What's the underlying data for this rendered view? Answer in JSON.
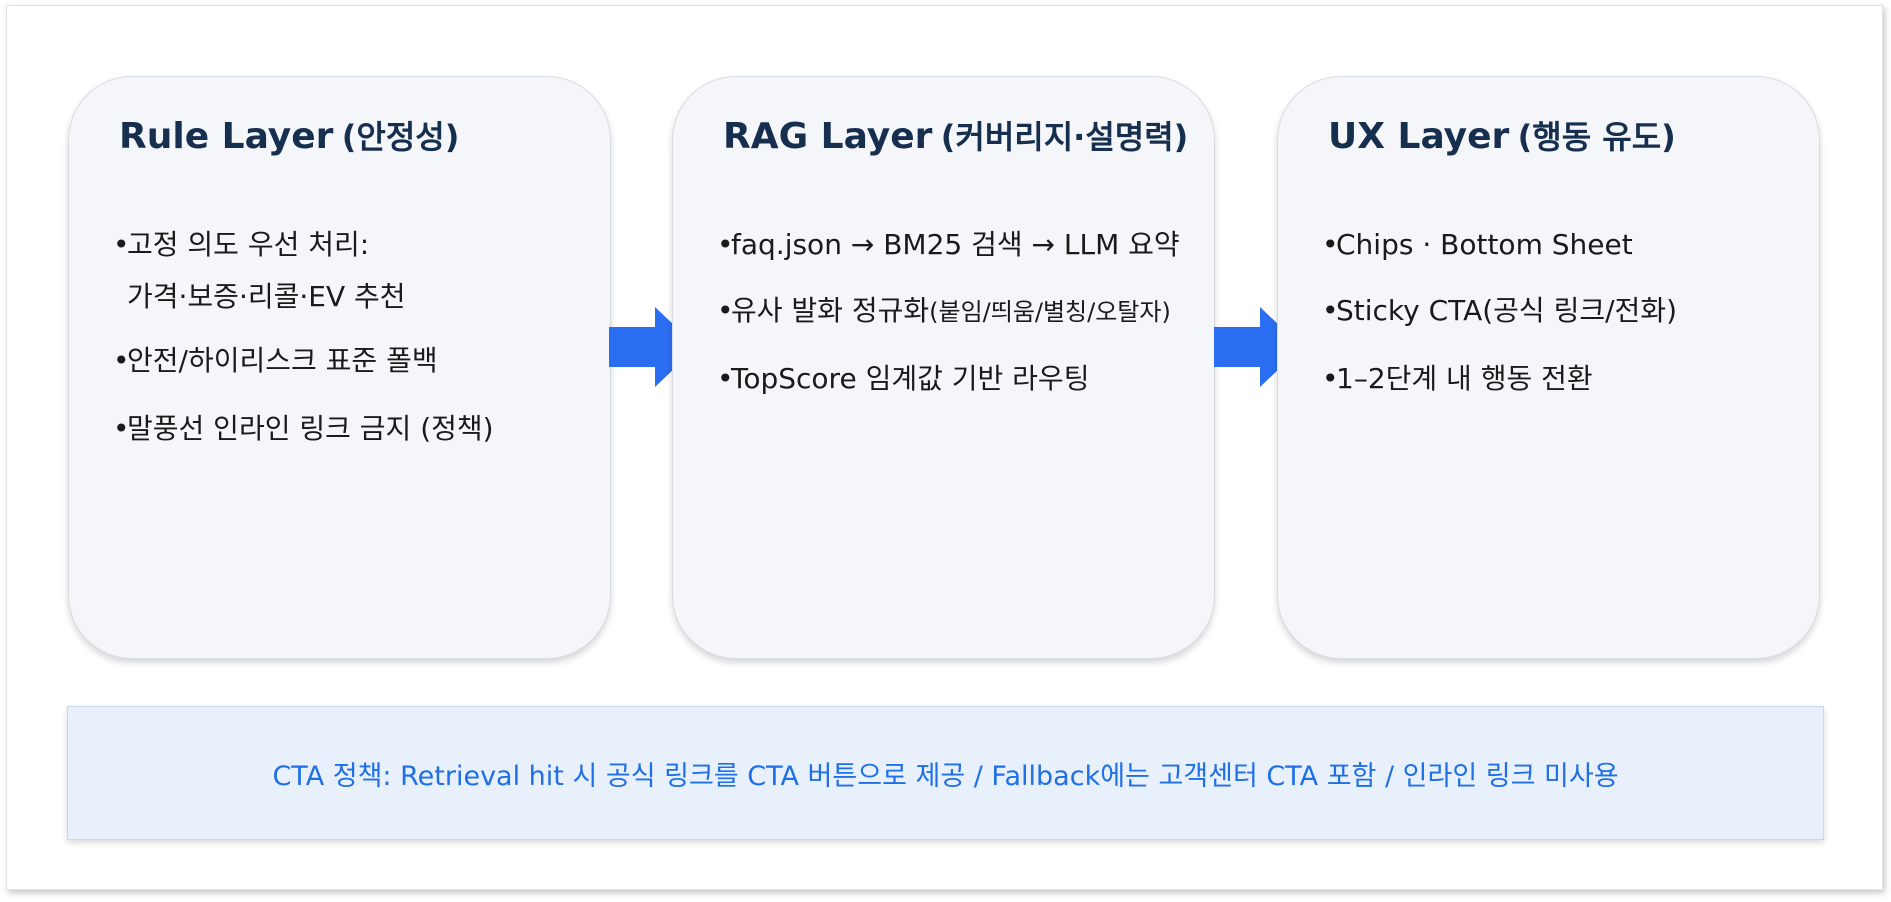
{
  "cards": [
    {
      "title_main": "Rule Layer",
      "title_sub": "(안정성)",
      "bullets": [
        "고정 의도 우선 처리:",
        "가격·보증·리콜·EV 추천",
        "안전/하이리스크 표준 폴백",
        "말풍선 인라인 링크 금지 (정책)"
      ]
    },
    {
      "title_main": "RAG Layer",
      "title_sub": "(커버리지·설명력)",
      "bullets": [
        "faq.json → BM25 검색 → LLM 요약",
        "유사 발화 정규화",
        "(붙임/띄움/별칭/오탈자)",
        "TopScore 임계값 기반 라우팅"
      ]
    },
    {
      "title_main": "UX Layer",
      "title_sub": "(행동 유도)",
      "bullets": [
        "Chips · Bottom Sheet",
        "Sticky CTA(공식 링크/전화)",
        "1–2단계 내 행동 전환"
      ]
    }
  ],
  "banner": {
    "text": "CTA 정책: Retrieval hit 시 공식 링크를 CTA 버튼으로 제공 / Fallback에는 고객센터 CTA 포함 / 인라인 링크 미사용"
  },
  "colors": {
    "card_bg": "#f5f6fa",
    "title": "#162f4f",
    "arrow": "#2b6ef2",
    "banner_bg": "#e8f0fc",
    "banner_text": "#1f6fe6"
  },
  "icons": [
    "arrow-right-icon",
    "arrow-right-icon"
  ]
}
